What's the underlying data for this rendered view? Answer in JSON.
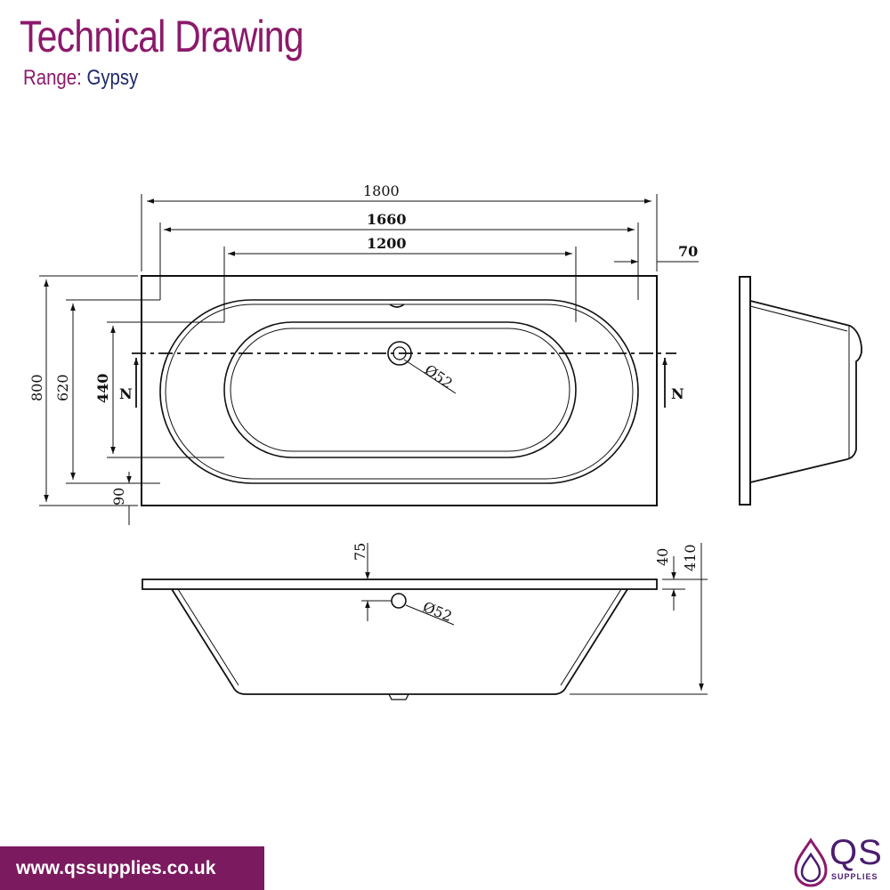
{
  "header": {
    "title": "Technical Drawing",
    "range_label": "Range:",
    "range_value": "Gypsy"
  },
  "dimensions": {
    "overall_length": "1800",
    "inner_length": "1660",
    "base_length": "1200",
    "rim_offset": "70",
    "overall_width": "800",
    "inner_width": "620",
    "base_width": "440",
    "edge_offset": "90",
    "waste_diameter_plan": "Ø52",
    "waste_diameter_elevation": "Ø52",
    "waste_depth": "75",
    "rim_thickness": "40",
    "overall_height": "410",
    "section_marker_left": "N",
    "section_marker_right": "N"
  },
  "footer": {
    "url": "www.qssupplies.co.uk"
  },
  "logo": {
    "text": "QS",
    "subtext": "SUPPLIES"
  },
  "colors": {
    "brand": "#8b1a6b",
    "brand_dark": "#7b1a5e",
    "range_value": "#1f2a66",
    "line": "#111111"
  }
}
